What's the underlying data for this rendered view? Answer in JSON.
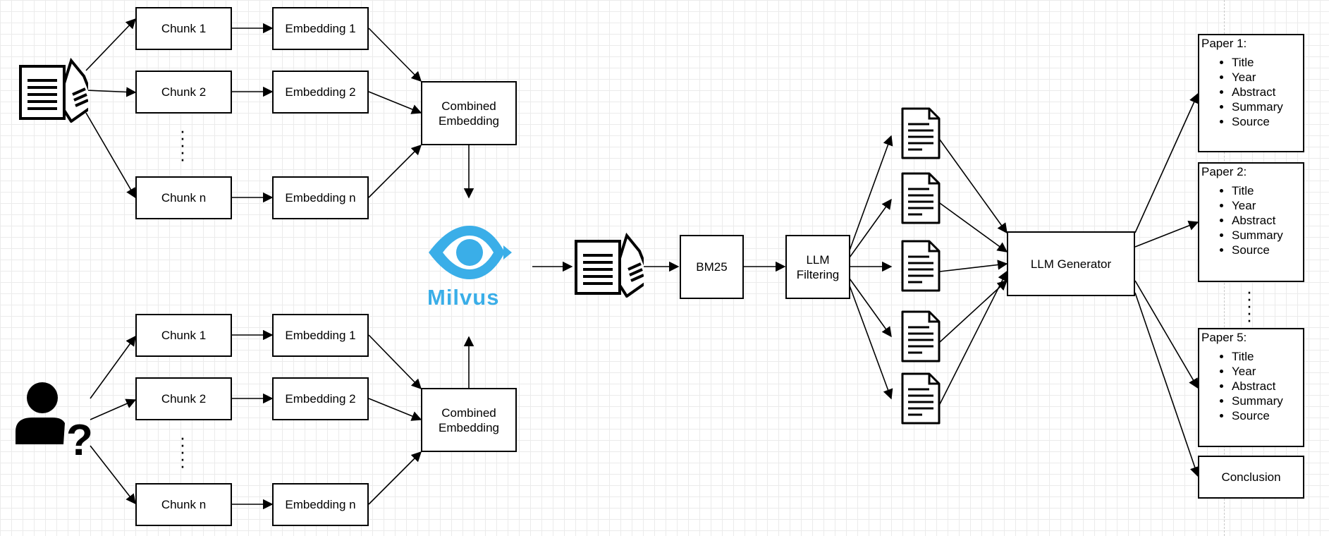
{
  "doc_ingest": {
    "chunks": [
      "Chunk 1",
      "Chunk 2",
      "Chunk n"
    ],
    "embeddings": [
      "Embedding 1",
      "Embedding 2",
      "Embedding n"
    ],
    "combined": "Combined Embedding"
  },
  "query_ingest": {
    "chunks": [
      "Chunk 1",
      "Chunk 2",
      "Chunk n"
    ],
    "embeddings": [
      "Embedding 1",
      "Embedding 2",
      "Embedding n"
    ],
    "combined": "Combined Embedding"
  },
  "vector_db": {
    "name": "Milvus",
    "color": "#3aaee8"
  },
  "pipeline": {
    "bm25": "BM25",
    "llm_filtering": "LLM Filtering",
    "llm_generator": "LLM Generator"
  },
  "outputs": {
    "papers": [
      {
        "title": "Paper 1:",
        "fields": [
          "Title",
          "Year",
          "Abstract",
          "Summary",
          "Source"
        ]
      },
      {
        "title": "Paper 2:",
        "fields": [
          "Title",
          "Year",
          "Abstract",
          "Summary",
          "Source"
        ]
      },
      {
        "title": "Paper 5:",
        "fields": [
          "Title",
          "Year",
          "Abstract",
          "Summary",
          "Source"
        ]
      }
    ],
    "conclusion": "Conclusion"
  },
  "icons": {
    "documents": "documents-icon",
    "user_question": "user-question-icon",
    "document": "document-icon",
    "milvus_logo": "milvus-eye-icon"
  }
}
